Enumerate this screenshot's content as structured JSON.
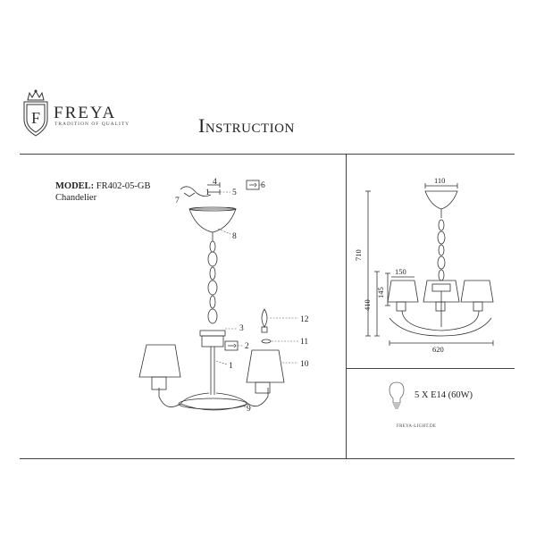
{
  "brand": {
    "name": "FREYA",
    "tagline": "Tradition of quality",
    "monogram": "F"
  },
  "title": "Instruction",
  "product": {
    "model_label": "MODEL:",
    "model_code": "FR402-05-GB",
    "type": "Chandelier"
  },
  "parts": [
    "1",
    "2",
    "3",
    "4",
    "5",
    "6",
    "7",
    "8",
    "9",
    "10",
    "11",
    "12",
    "1"
  ],
  "dimensions": {
    "top_width": "110",
    "total_height": "710",
    "body_height": "410",
    "shade_height": "145",
    "shade_width": "150",
    "total_width": "620"
  },
  "specs": {
    "bulbs": "5 X E14 (60W)"
  },
  "footer": {
    "site": "FREYA-LIGHT.DE"
  },
  "colors": {
    "line": "#333333",
    "frame": "#444444"
  },
  "icons": [
    "crown-logo-icon",
    "monogram-shield-icon",
    "bulb-icon"
  ]
}
